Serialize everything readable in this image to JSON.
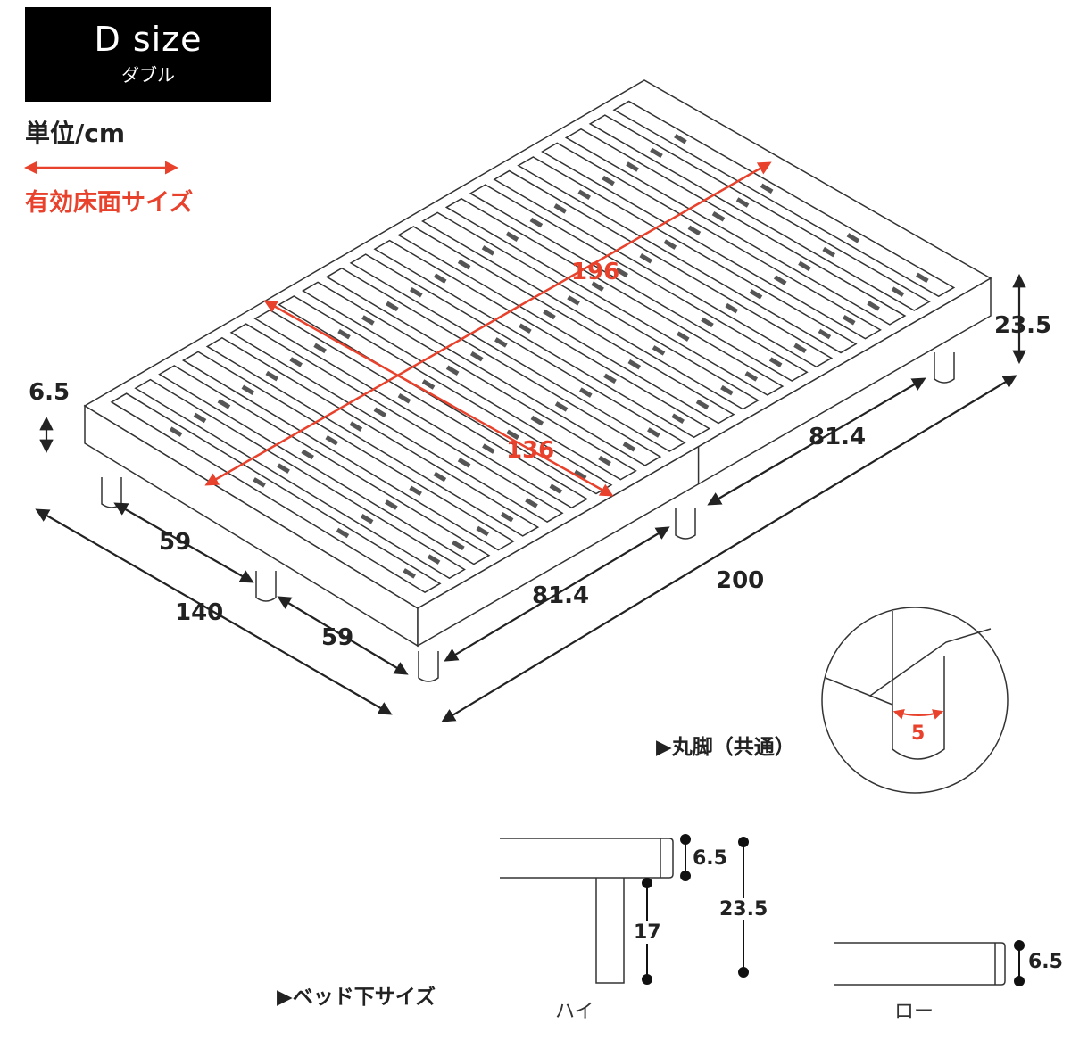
{
  "badge": {
    "size": "D size",
    "size_jp": "ダブル"
  },
  "unit": "単位/cm",
  "legend": {
    "label": "有効床面サイズ",
    "color": "#e8412c"
  },
  "dimensions": {
    "effective_length": "196",
    "effective_width": "136",
    "total_width": "140",
    "half_width_1": "59",
    "half_width_2": "59",
    "total_length": "200",
    "half_length_1": "81.4",
    "half_length_2": "81.4",
    "frame_height": "6.5",
    "total_height": "23.5"
  },
  "leg_detail": {
    "label": "▶丸脚（共通）",
    "diameter": "5"
  },
  "under_bed": {
    "label": "▶ベッド下サイズ",
    "high": {
      "caption": "ハイ",
      "frame": "6.5",
      "leg": "17",
      "total": "23.5"
    },
    "low": {
      "caption": "ロー",
      "frame": "6.5"
    }
  }
}
